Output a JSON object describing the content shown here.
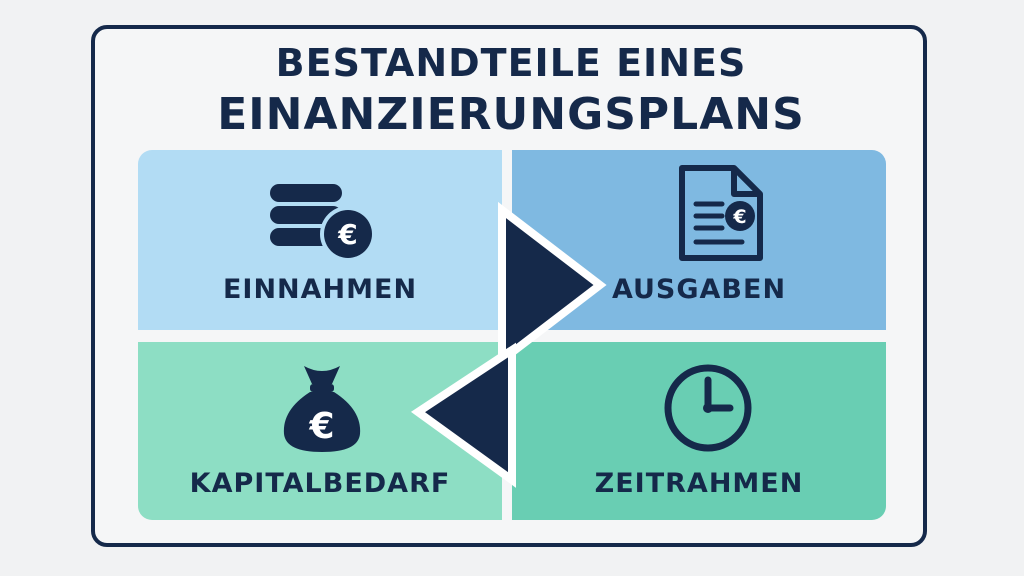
{
  "title": {
    "line1": "BESTANDTEILE EINES",
    "line2": "EINANZIERUNGSPLANS"
  },
  "quadrants": {
    "einnahmen": {
      "label": "EINNAHMEN",
      "icon": "coins-euro-icon",
      "color": "#b2dcf4"
    },
    "ausgaben": {
      "label": "AUSGABEN",
      "icon": "euro-document-icon",
      "color": "#7fb9e1"
    },
    "kapitalbedarf": {
      "label": "KAPITALBEDARF",
      "icon": "money-bag-euro-icon",
      "color": "#8ddec4"
    },
    "zeitrahmen": {
      "label": "ZEITRAHMEN",
      "icon": "clock-icon",
      "color": "#69ceb3"
    }
  },
  "icon_glyphs": {
    "euro": "€"
  },
  "colors": {
    "ink": "#15294a",
    "background": "#f1f2f3"
  }
}
